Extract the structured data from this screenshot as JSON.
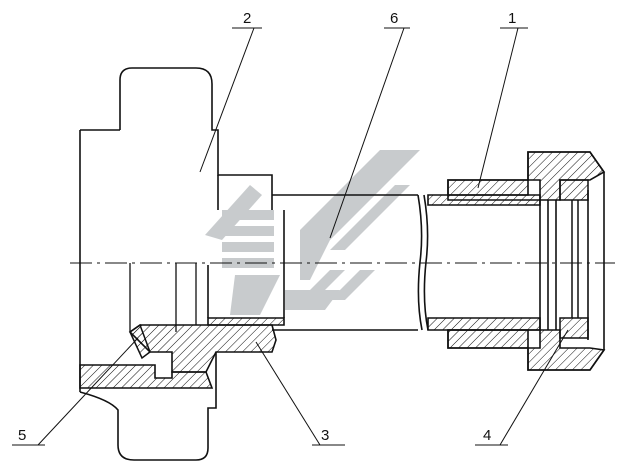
{
  "drawing": {
    "callouts": [
      {
        "id": "c1",
        "label": "1"
      },
      {
        "id": "c2",
        "label": "2"
      },
      {
        "id": "c3",
        "label": "3"
      },
      {
        "id": "c4",
        "label": "4"
      },
      {
        "id": "c5",
        "label": "5"
      },
      {
        "id": "c6",
        "label": "6"
      }
    ]
  },
  "watermark": {
    "icon": "stylized-logo-watermark",
    "color": "#b8bcbe"
  },
  "colors": {
    "ink": "#111111",
    "paper": "#ffffff"
  }
}
